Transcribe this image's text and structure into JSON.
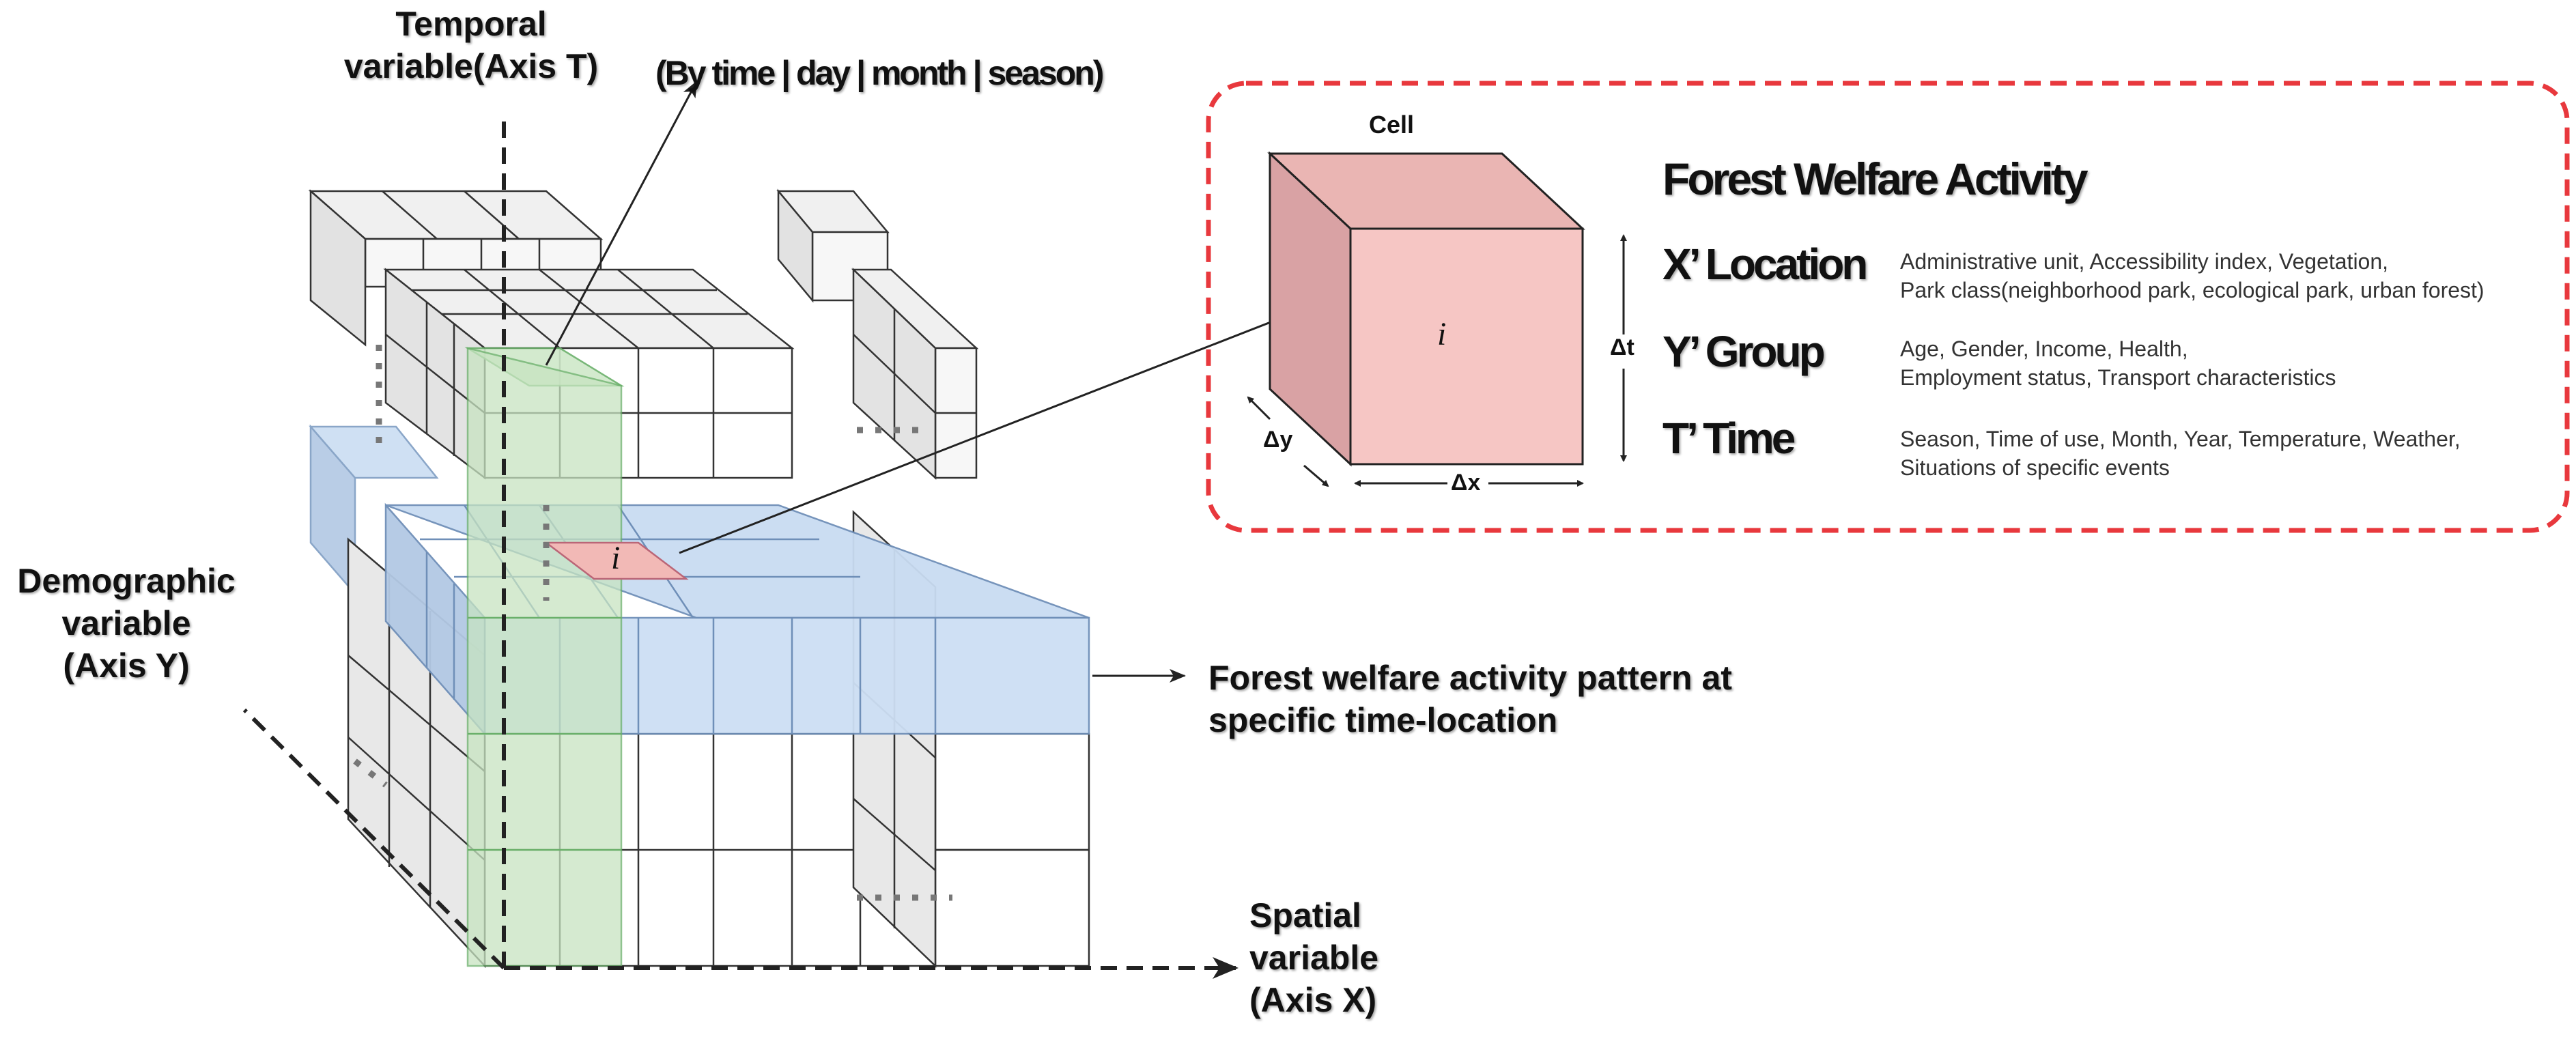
{
  "axes": {
    "temporal": [
      "Temporal",
      "variable(Axis T)"
    ],
    "demographic": [
      "Demographic",
      "variable",
      "(Axis Y)"
    ],
    "spatial": [
      "Spatial",
      "variable",
      "(Axis X)"
    ]
  },
  "period_note": "(By time | day | month | season)",
  "pattern_label": [
    "Forest welfare activity pattern at",
    "specific time-location"
  ],
  "cube_cell_label": "i",
  "cell_box": {
    "title": "Cell",
    "cell_label": "i",
    "delta_t": "Δt",
    "delta_x": "Δx",
    "delta_y": "Δy"
  },
  "legend": {
    "title": "Forest Welfare Activity",
    "items": [
      {
        "term": "X’ Location",
        "desc": [
          "Administrative unit, Accessibility index, Vegetation,",
          "Park class(neighborhood park, ecological park, urban forest)"
        ]
      },
      {
        "term": "Y’ Group",
        "desc": [
          "Age, Gender, Income, Health,",
          "Employment status, Transport characteristics"
        ]
      },
      {
        "term": "T’ Time",
        "desc": [
          "Season, Time of use, Month, Year, Temperature, Weather,",
          "Situations of specific events"
        ]
      }
    ]
  },
  "colors": {
    "cube_face": "#f6f6f6",
    "cube_side": "#e3e3e3",
    "cube_top": "#f0f0f0",
    "blue_layer": "#c9dcf2",
    "green_column": "#c7e4c1",
    "cell_highlight": "#f2b9b6",
    "legend_border": "#e8383d",
    "axis_line": "#222222"
  }
}
